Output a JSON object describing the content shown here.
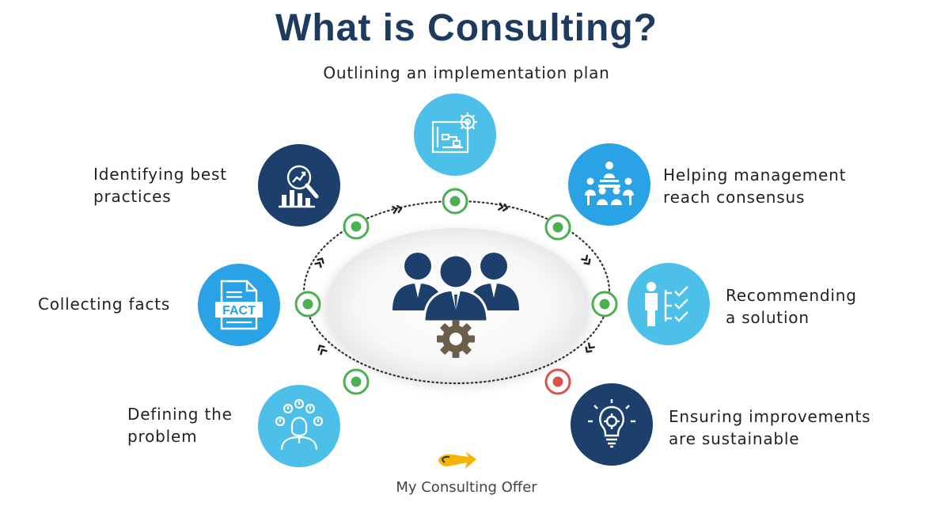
{
  "title": "What is Consulting?",
  "steps": [
    {
      "id": "collecting",
      "lines": [
        "Collecting facts"
      ],
      "icon": "fact-sheet-icon",
      "status": "complete"
    },
    {
      "id": "best-practices",
      "lines": [
        "Identifying best",
        "practices"
      ],
      "icon": "magnifier-chart-icon",
      "status": "complete"
    },
    {
      "id": "plan",
      "lines": [
        "Outlining an implementation plan"
      ],
      "icon": "blueprint-gear-icon",
      "status": "complete"
    },
    {
      "id": "consensus",
      "lines": [
        "Helping management",
        "reach consensus"
      ],
      "icon": "meeting-table-icon",
      "status": "complete"
    },
    {
      "id": "recommend",
      "lines": [
        "Recommending",
        "a solution"
      ],
      "icon": "checklist-person-icon",
      "status": "complete"
    },
    {
      "id": "sustain",
      "lines": [
        "Ensuring improvements",
        "are sustainable"
      ],
      "icon": "lightbulb-gear-icon",
      "status": "current"
    },
    {
      "id": "define",
      "lines": [
        "Defining the",
        "problem"
      ],
      "icon": "thinking-person-icon",
      "status": "complete"
    }
  ],
  "center_icon": "consultants-gear-icon",
  "brand": {
    "name": "My Consulting Offer",
    "logo": "arrow-swoosh-logo"
  },
  "colors": {
    "title": "#1d3a5f",
    "complete": "#4caf50",
    "current": "#d9534f",
    "circle_light": "#4cc0e8",
    "circle_mid": "#2aa2e6",
    "circle_dark": "#1d3f6b",
    "gear": "#6b5e4a",
    "logo": "#f5b400"
  }
}
